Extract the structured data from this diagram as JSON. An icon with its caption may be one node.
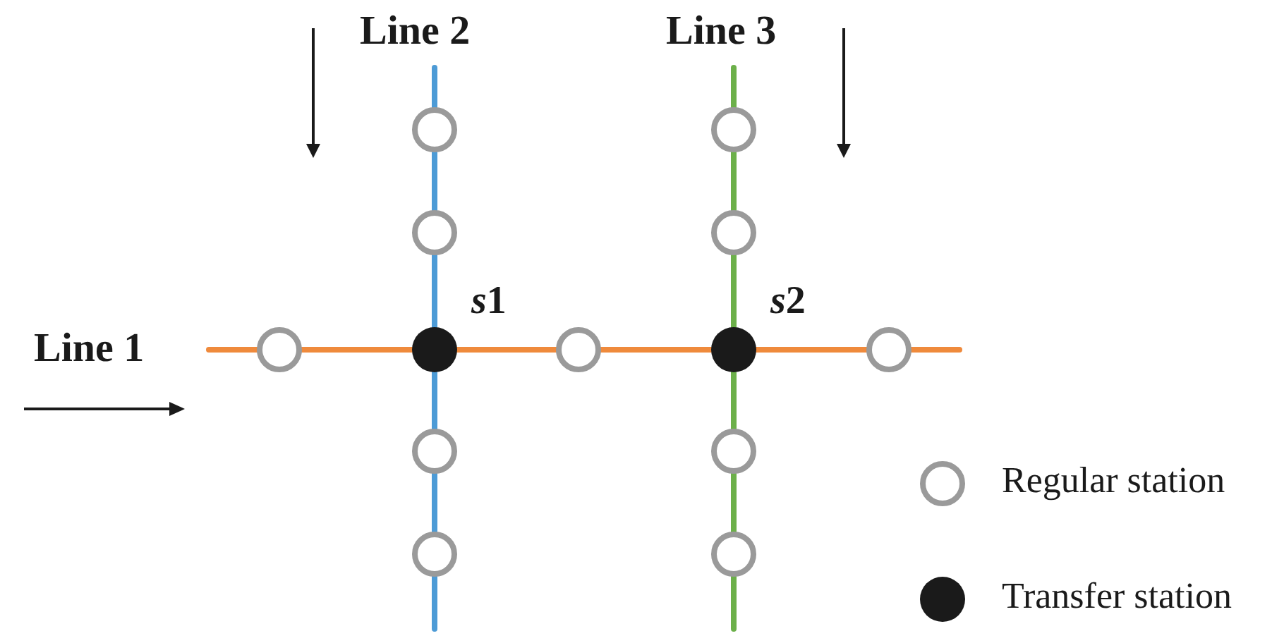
{
  "diagram": {
    "nodes": [
      {
        "text": [],
        "shape": "circle"
      },
      {
        "text": [],
        "shape": "circle"
      },
      {
        "text": [],
        "shape": "circle"
      },
      {
        "text": [],
        "shape": "circle"
      },
      {
        "text": [],
        "shape": "circle"
      },
      {
        "text": [],
        "shape": "circle",
        "beside": [
          "s1"
        ]
      },
      {
        "text": [],
        "shape": "circle"
      },
      {
        "text": [],
        "shape": "circle",
        "beside": [
          "s2"
        ]
      },
      {
        "text": [],
        "shape": "circle"
      },
      {
        "text": [],
        "shape": "circle"
      },
      {
        "text": [],
        "shape": "circle"
      },
      {
        "text": [],
        "shape": "circle"
      },
      {
        "text": [],
        "shape": "circle"
      }
    ],
    "edges": [
      {
        "from": null,
        "to": 4,
        "arrow": "none",
        "color": "#ef8a3c"
      },
      {
        "from": 4,
        "to": 5,
        "arrow": "none",
        "color": "#ef8a3c"
      },
      {
        "from": 5,
        "to": 6,
        "arrow": "none",
        "color": "#ef8a3c"
      },
      {
        "from": 6,
        "to": 7,
        "arrow": "none",
        "color": "#ef8a3c"
      },
      {
        "from": 7,
        "to": 8,
        "arrow": "none",
        "color": "#ef8a3c"
      },
      {
        "from": 8,
        "to": null,
        "arrow": "none",
        "color": "#ef8a3c"
      },
      {
        "from": null,
        "to": 0,
        "arrow": "none",
        "color": "#4d9bd6"
      },
      {
        "from": 0,
        "to": 2,
        "arrow": "none",
        "color": "#4d9bd6"
      },
      {
        "from": 2,
        "to": 5,
        "arrow": "none",
        "color": "#4d9bd6"
      },
      {
        "from": 5,
        "to": 9,
        "arrow": "none",
        "color": "#4d9bd6"
      },
      {
        "from": 9,
        "to": 11,
        "arrow": "none",
        "color": "#4d9bd6"
      },
      {
        "from": 11,
        "to": null,
        "arrow": "none",
        "color": "#4d9bd6"
      },
      {
        "from": null,
        "to": 1,
        "arrow": "none",
        "color": "#6cb04a"
      },
      {
        "from": 1,
        "to": 3,
        "arrow": "none",
        "color": "#6cb04a"
      },
      {
        "from": 3,
        "to": 7,
        "arrow": "none",
        "color": "#6cb04a"
      },
      {
        "from": 7,
        "to": 10,
        "arrow": "none",
        "color": "#6cb04a"
      },
      {
        "from": 10,
        "to": 12,
        "arrow": "none",
        "color": "#6cb04a"
      },
      {
        "from": 12,
        "to": null,
        "arrow": "none",
        "color": "#6cb04a"
      }
    ],
    "labels": [
      "Line 2",
      "Line 3",
      "Line 1"
    ],
    "legend": [
      {
        "text": "Regular station"
      },
      {
        "text": "Transfer station"
      }
    ]
  }
}
